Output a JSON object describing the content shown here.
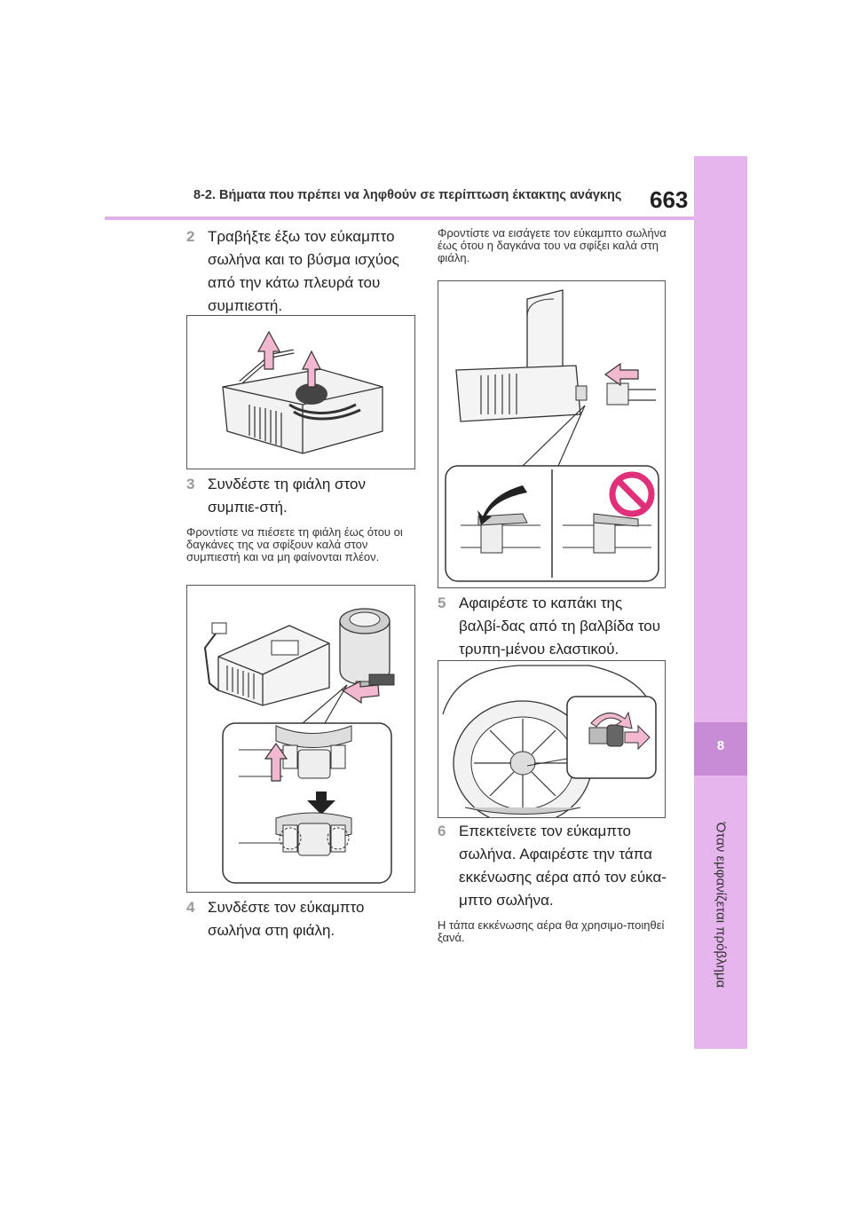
{
  "header": {
    "section_title": "8-2. Βήματα που πρέπει να ληφθούν σε περίπτωση έκτακτης ανάγκης",
    "page_number": "663"
  },
  "side_tab": {
    "chapter_number": "8",
    "chapter_label": "Όταν εμφανίζεται πρόβλημα"
  },
  "column1": {
    "step2": {
      "number": "2",
      "text": "Τραβήξτε έξω τον εύκαμπτο σωλήνα και το βύσμα ισχύος από την κάτω πλευρά του συμπιεστή."
    },
    "step3": {
      "number": "3",
      "text": "Συνδέστε τη φιάλη στον συμπιε-στή."
    },
    "note3": "Φροντίστε να πιέσετε τη φιάλη έως ότου οι δαγκάνες της να σφίξουν καλά στον συμπιεστή και να μη φαίνονται πλέον.",
    "step4": {
      "number": "4",
      "text": "Συνδέστε τον εύκαμπτο σωλήνα στη φιάλη."
    }
  },
  "column2": {
    "note4": "Φροντίστε να εισάγετε τον εύκαμπτο σωλήνα έως ότου η δαγκάνα του να σφίξει καλά στη φιάλη.",
    "step5": {
      "number": "5",
      "text": "Αφαιρέστε το καπάκι της βαλβί-δας από τη βαλβίδα του τρυπη-μένου ελαστικού."
    },
    "step6": {
      "number": "6",
      "text": "Επεκτείνετε τον εύκαμπτο σωλήνα. Αφαιρέστε την τάπα εκκένωσης αέρα από τον εύκα-μπτο σωλήνα."
    },
    "note6": "Η τάπα εκκένωσης αέρα θα χρησιμο-ποιηθεί ξανά."
  },
  "colors": {
    "accent_pink": "#e7b5ee",
    "arrow_pink": "#f2b8cf",
    "prohibit_pink": "#e0307a"
  },
  "icons": [
    "arrow-up-icon",
    "arrow-left-icon",
    "arrow-down-icon",
    "prohibited-icon",
    "rotate-arrow-icon"
  ]
}
